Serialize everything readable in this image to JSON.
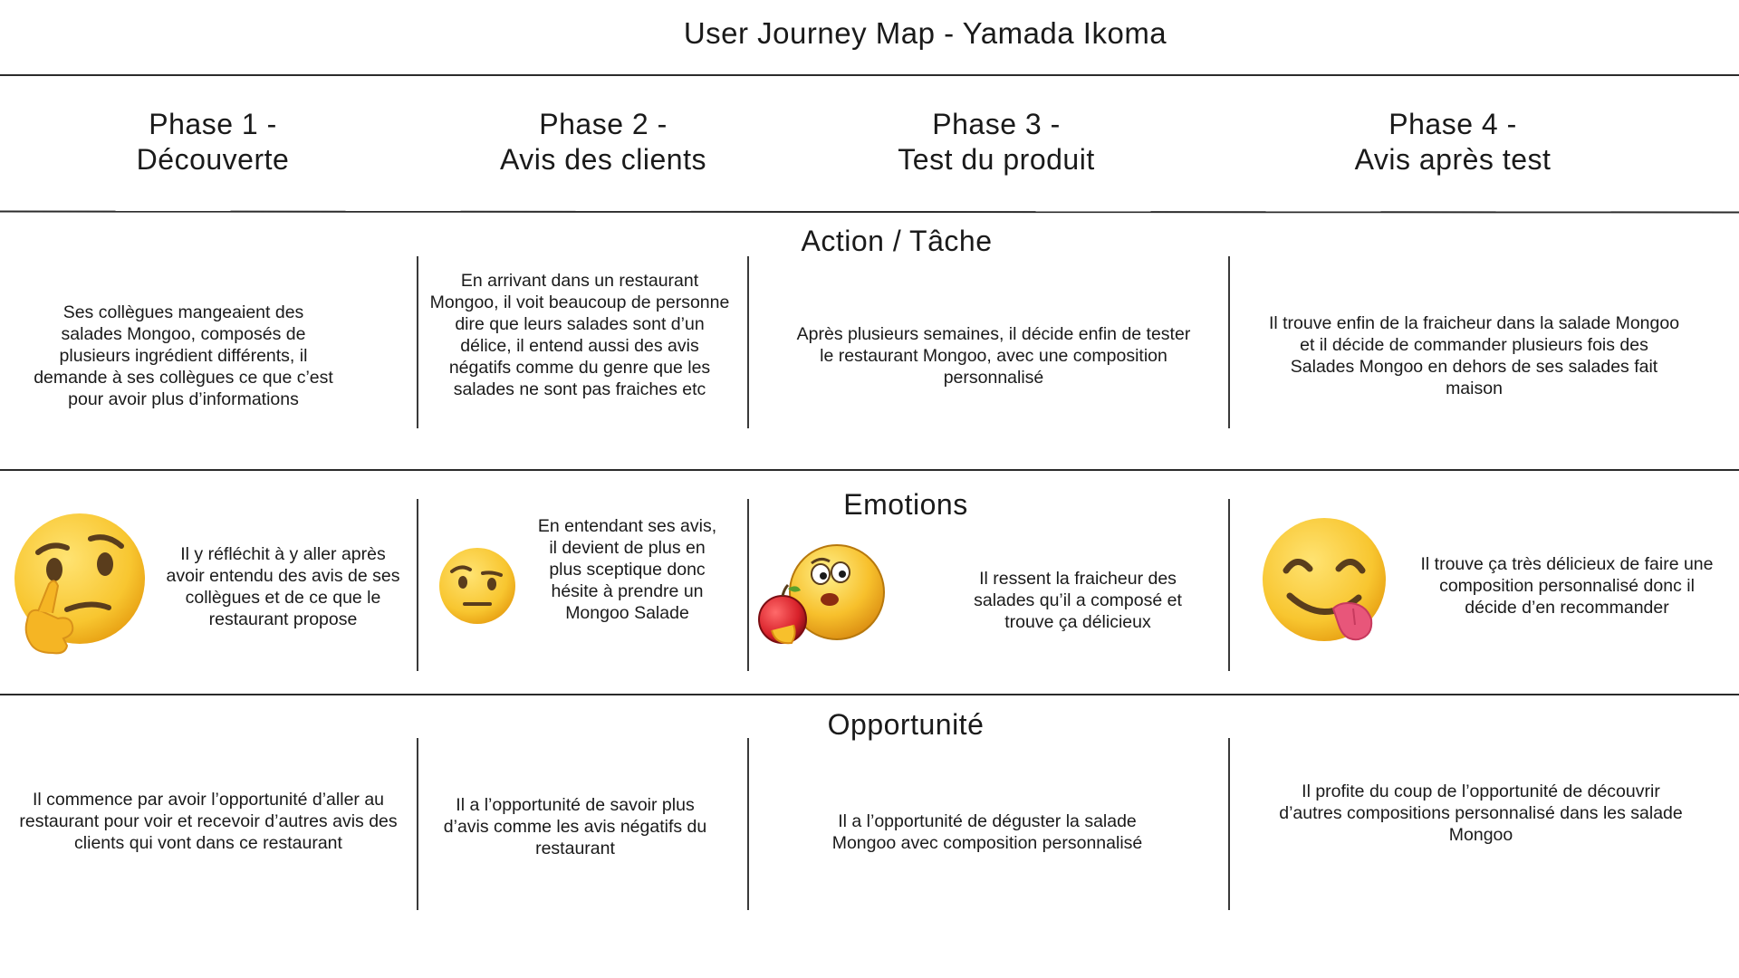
{
  "title": "User Journey Map - Yamada Ikoma",
  "phases": [
    {
      "line1": "Phase 1 -",
      "line2": "Découverte"
    },
    {
      "line1": "Phase 2 -",
      "line2": "Avis des clients"
    },
    {
      "line1": "Phase 3 -",
      "line2": "Test du produit"
    },
    {
      "line1": "Phase 4 -",
      "line2": "Avis après test"
    }
  ],
  "sections": {
    "action": {
      "title": "Action / Tâche",
      "cells": [
        "Ses collègues mangeaient des salades Mongoo, composés de plusieurs ingrédient différents, il demande à ses collègues ce que c’est pour avoir plus d’informations",
        "En arrivant dans un restaurant Mongoo, il voit beaucoup de personne dire que leurs salades sont d’un délice, il entend aussi des avis négatifs comme du genre que les salades ne sont pas fraiches etc",
        "Après plusieurs semaines, il décide enfin de tester le restaurant Mongoo, avec une composition personnalisé",
        "Il trouve enfin de la fraicheur dans la salade Mongoo et il décide de commander plusieurs fois des Salades Mongoo en dehors de ses salades fait maison"
      ]
    },
    "emotions": {
      "title": "Emotions",
      "cells": [
        {
          "text": "Il y réfléchit à y aller après avoir entendu des avis de ses collègues et de ce que le restaurant propose",
          "emoji": "thinking-face"
        },
        {
          "text": "En entendant ses avis, il devient de plus en plus sceptique donc hésite à prendre un Mongoo Salade",
          "emoji": "raised-eyebrow-face"
        },
        {
          "text": "Il ressent la fraicheur des salades qu’il a composé et trouve ça délicieux",
          "emoji": "eating-apple-face"
        },
        {
          "text": "Il trouve ça très délicieux de faire une composition personnalisé donc il décide d’en recommander",
          "emoji": "yum-face"
        }
      ]
    },
    "opportunity": {
      "title": "Opportunité",
      "cells": [
        "Il commence par avoir l’opportunité d’aller au restaurant pour voir et recevoir d’autres avis des clients qui vont dans ce restaurant",
        "Il a l’opportunité de savoir plus d’avis comme les avis négatifs du restaurant",
        "Il a l’opportunité de déguster la salade Mongoo avec composition personnalisé",
        "Il profite du coup de l’opportunité de découvrir d’autres compositions personnalisé dans les salade Mongoo"
      ]
    }
  },
  "colors": {
    "emoji_yellow": "#f8c630",
    "emoji_dark": "#5a3d1c",
    "tongue": "#e8567a",
    "apple_red": "#d8212a",
    "line": "#2b2b2b"
  }
}
